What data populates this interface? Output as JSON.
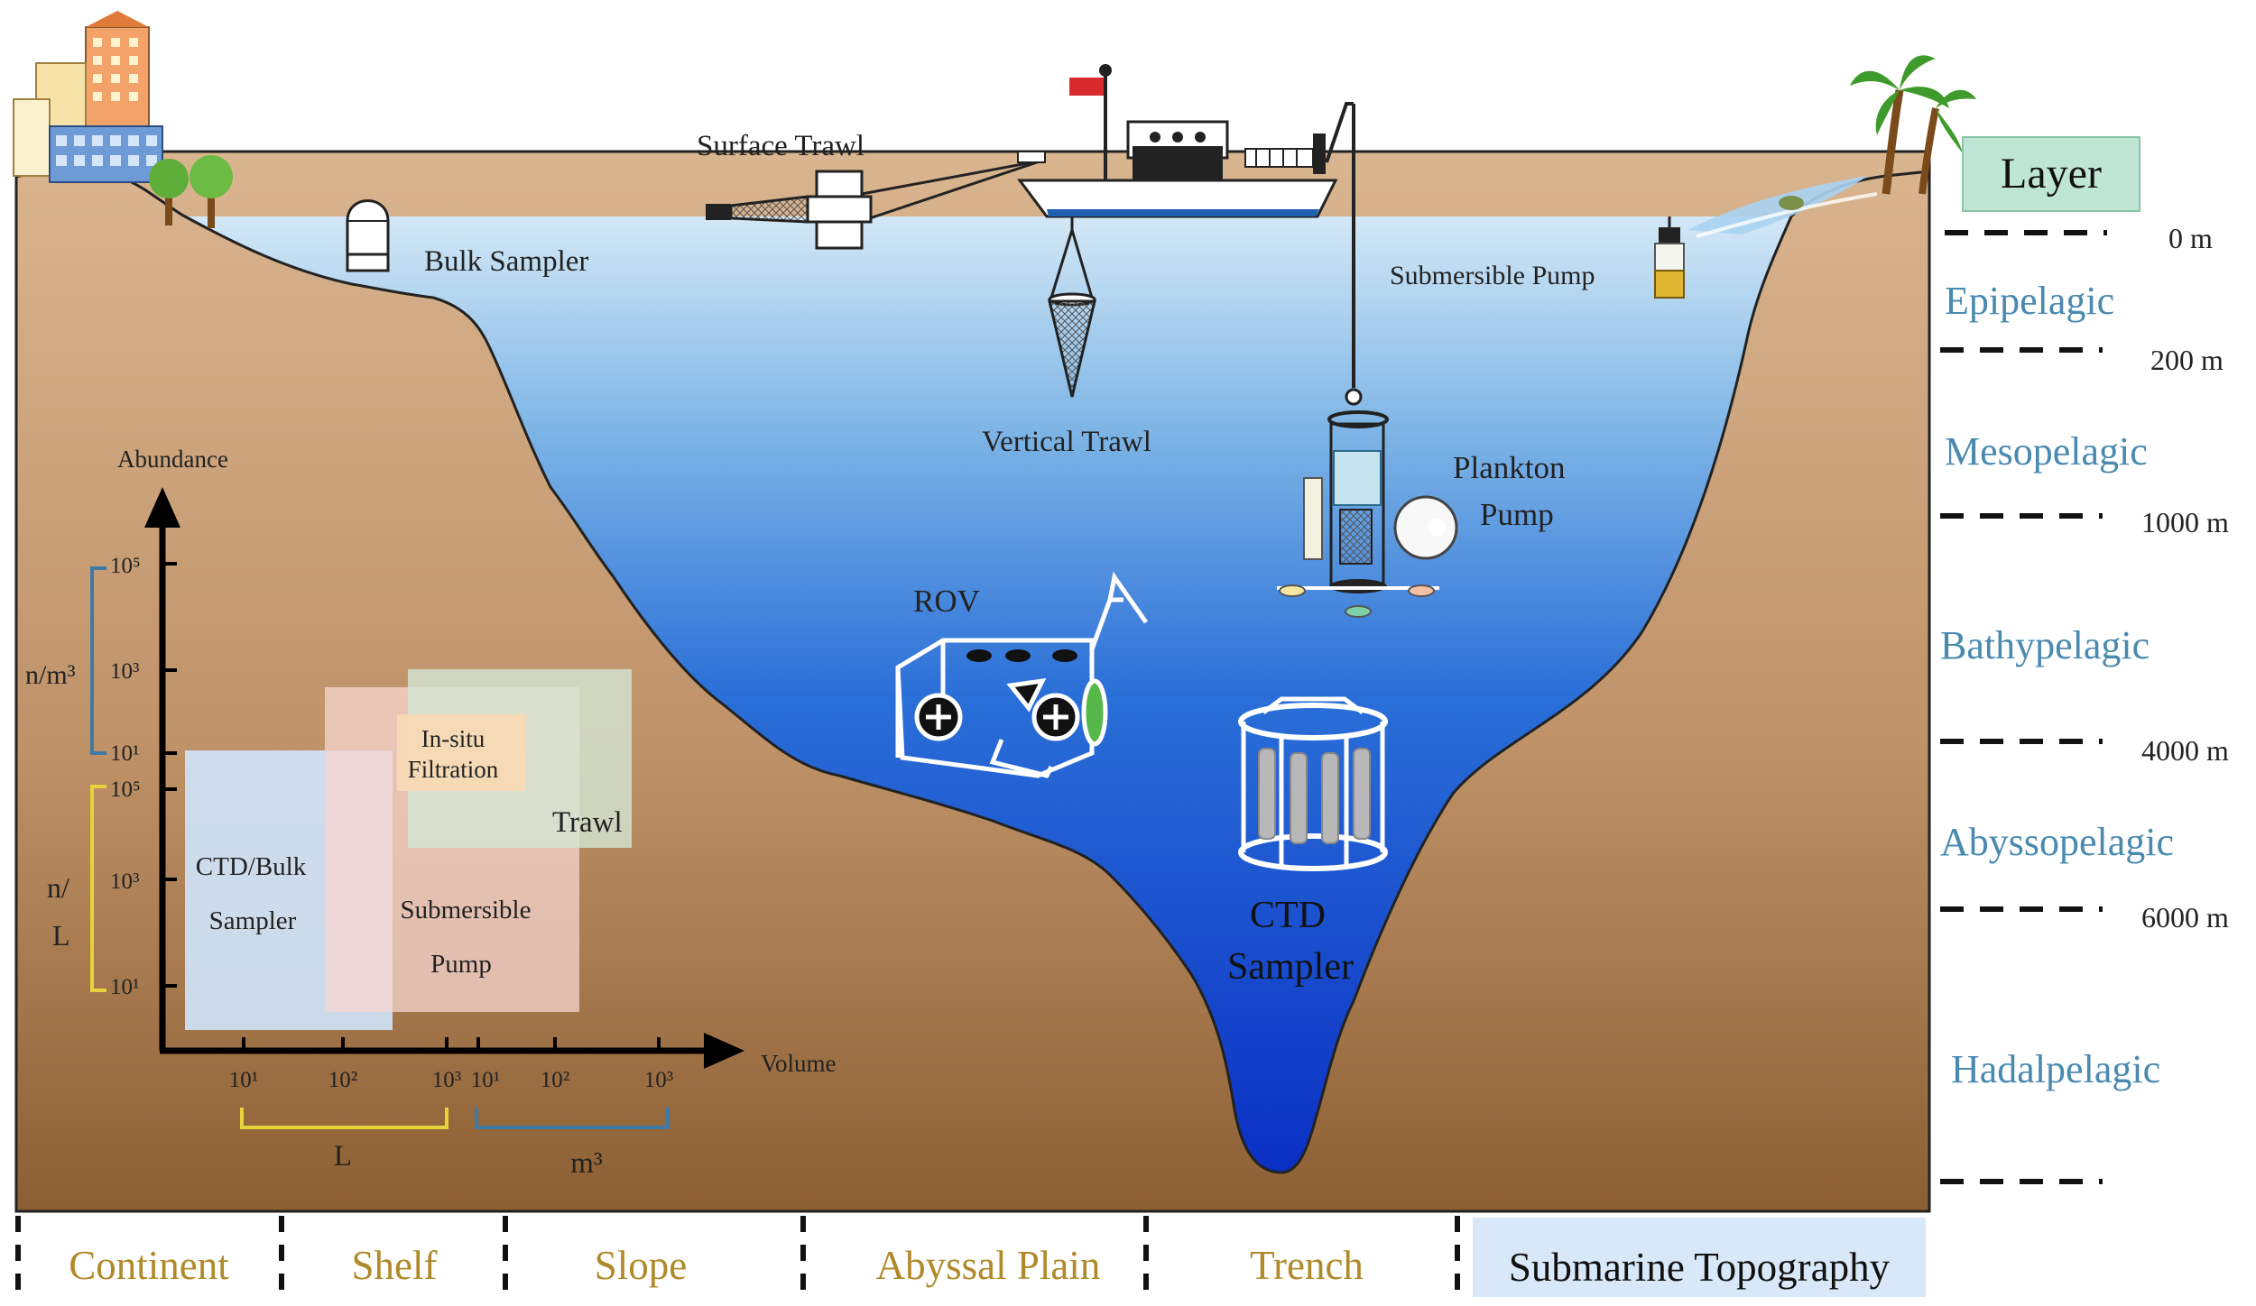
{
  "labels": {
    "surface_trawl": "Surface Trawl",
    "bulk_sampler": "Bulk Sampler",
    "vertical_trawl": "Vertical Trawl",
    "submersible_pump": "Submersible Pump",
    "plankton_pump_line1": "Plankton",
    "plankton_pump_line2": "Pump",
    "rov": "ROV",
    "ctd_line1": "CTD",
    "ctd_line2": "Sampler"
  },
  "layer": {
    "title": "Layer",
    "depths": [
      "0 m",
      "200 m",
      "1000 m",
      "4000 m",
      "6000 m"
    ],
    "zones": [
      "Epipelagic",
      "Mesopelagic",
      "Bathypelagic",
      "Abyssopelagic",
      "Hadalpelagic"
    ]
  },
  "topography": {
    "sections": [
      "Continent",
      "Shelf",
      "Slope",
      "Abyssal Plain",
      "Trench"
    ],
    "title": "Submarine Topography"
  },
  "inset": {
    "y_axis_label": "Abundance",
    "x_axis_label": "Volume",
    "y_unit_m3": "n/m³",
    "y_unit_L_line1": "n/",
    "y_unit_L_line2": "L",
    "x_unit_L": "L",
    "x_unit_m3": "m³",
    "y_ticks_m3": [
      "10⁵",
      "10³",
      "10¹"
    ],
    "y_ticks_L": [
      "10⁵",
      "10³",
      "10¹"
    ],
    "x_ticks_L": [
      "10¹",
      "10²",
      "10³"
    ],
    "x_ticks_m3": [
      "10¹",
      "10²",
      "10³"
    ],
    "boxes": [
      {
        "line1": "CTD/Bulk",
        "line2": "Sampler",
        "color": "#cfe3f7"
      },
      {
        "line1": "Submersible",
        "line2": "Pump",
        "color": "#f6d5cf"
      },
      {
        "line1": "In-situ",
        "line2": "Filtration",
        "color": "#f8d9b4"
      },
      {
        "line1": "Trawl",
        "line2": "",
        "color": "#d5e6d5"
      }
    ]
  },
  "colors": {
    "ocean_top": "#cfe6f6",
    "ocean_bottom": "#0a2fc4",
    "seabed": "#c9a279",
    "zone_text": "#4a8ab0",
    "topography_text": "#b08a2a",
    "layer_box": "#bfe6d4",
    "topography_box": "#d8e8f8"
  }
}
